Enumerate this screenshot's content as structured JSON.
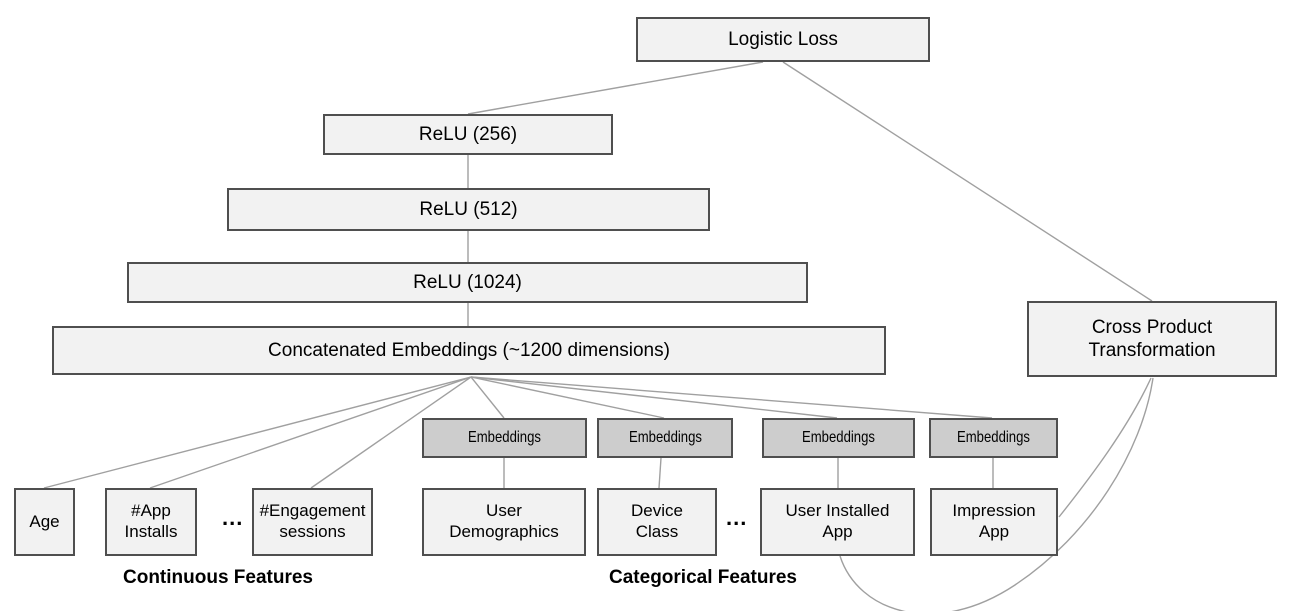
{
  "colors": {
    "background": "#ffffff",
    "box_fill": "#f2f2f2",
    "box_border": "#4f4f4f",
    "embedding_box_fill": "#cdcdcd",
    "connector_line": "#a0a0a0",
    "text": "#000000"
  },
  "deep_tower": {
    "logistic_loss": "Logistic Loss",
    "relu_256": "ReLU (256)",
    "relu_512": "ReLU (512)",
    "relu_1024": "ReLU (1024)",
    "concatenated_embeddings": "Concatenated Embeddings (~1200 dimensions)"
  },
  "wide_branch": {
    "cross_product": {
      "line1": "Cross Product",
      "line2": "Transformation"
    }
  },
  "embedding_boxes": [
    "Embeddings",
    "Embeddings",
    "Embeddings",
    "Embeddings"
  ],
  "feature_boxes": {
    "age": {
      "line1": "Age",
      "line2": ""
    },
    "app_installs": {
      "line1": "#App",
      "line2": "Installs"
    },
    "engagement_sessions": {
      "line1": "#Engagement",
      "line2": "sessions"
    },
    "user_demographics": {
      "line1": "User",
      "line2": "Demographics"
    },
    "device_class": {
      "line1": "Device",
      "line2": "Class"
    },
    "user_installed_app": {
      "line1": "User Installed",
      "line2": "App"
    },
    "impression_app": {
      "line1": "Impression",
      "line2": "App"
    }
  },
  "ellipsis": {
    "continuous": "...",
    "categorical": "..."
  },
  "group_labels": {
    "continuous": "Continuous Features",
    "categorical": "Categorical Features"
  }
}
